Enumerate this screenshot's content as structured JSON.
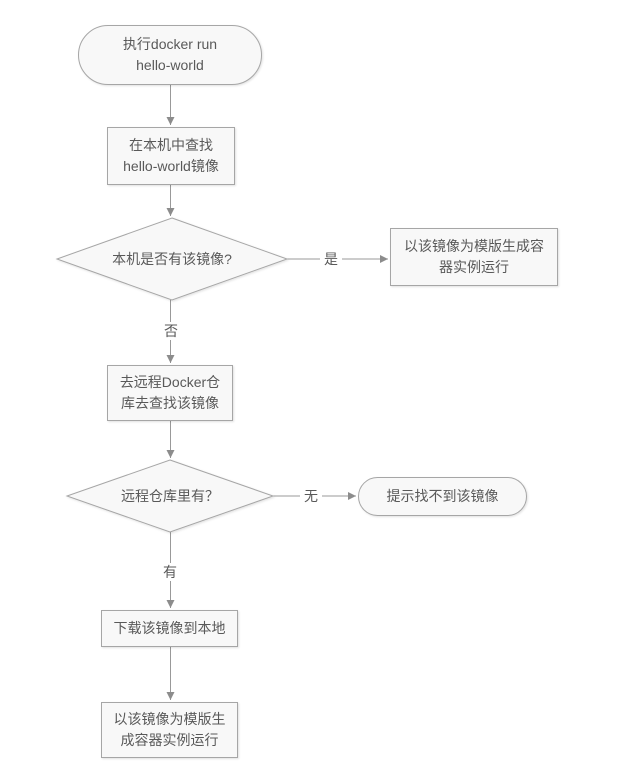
{
  "colors": {
    "background": "#ffffff",
    "node_fill": "#f8f8f8",
    "node_border": "#a6a6a6",
    "connector": "#999999",
    "arrowhead": "#8c8c8c",
    "text": "#595959"
  },
  "nodes": {
    "start": {
      "type": "terminator",
      "label": "执行docker run\nhello-world"
    },
    "find_local": {
      "type": "process",
      "label": "在本机中查找\nhello-world镜像"
    },
    "local_exists": {
      "type": "decision",
      "label": "本机是否有该镜像?"
    },
    "run_container_right": {
      "type": "process",
      "label": "以该镜像为模版生成容\n器实例运行"
    },
    "search_remote": {
      "type": "process",
      "label": "去远程Docker仓\n库去查找该镜像"
    },
    "remote_has": {
      "type": "decision",
      "label": "远程仓库里有？"
    },
    "not_found": {
      "type": "terminator",
      "label": "提示找不到该镜像"
    },
    "download": {
      "type": "process",
      "label": "下载该镜像到本地"
    },
    "run_container_bottom": {
      "type": "process",
      "label": "以该镜像为模版生\n成容器实例运行"
    }
  },
  "edge_labels": {
    "yes": "是",
    "no": "否",
    "none": "无",
    "has": "有"
  }
}
